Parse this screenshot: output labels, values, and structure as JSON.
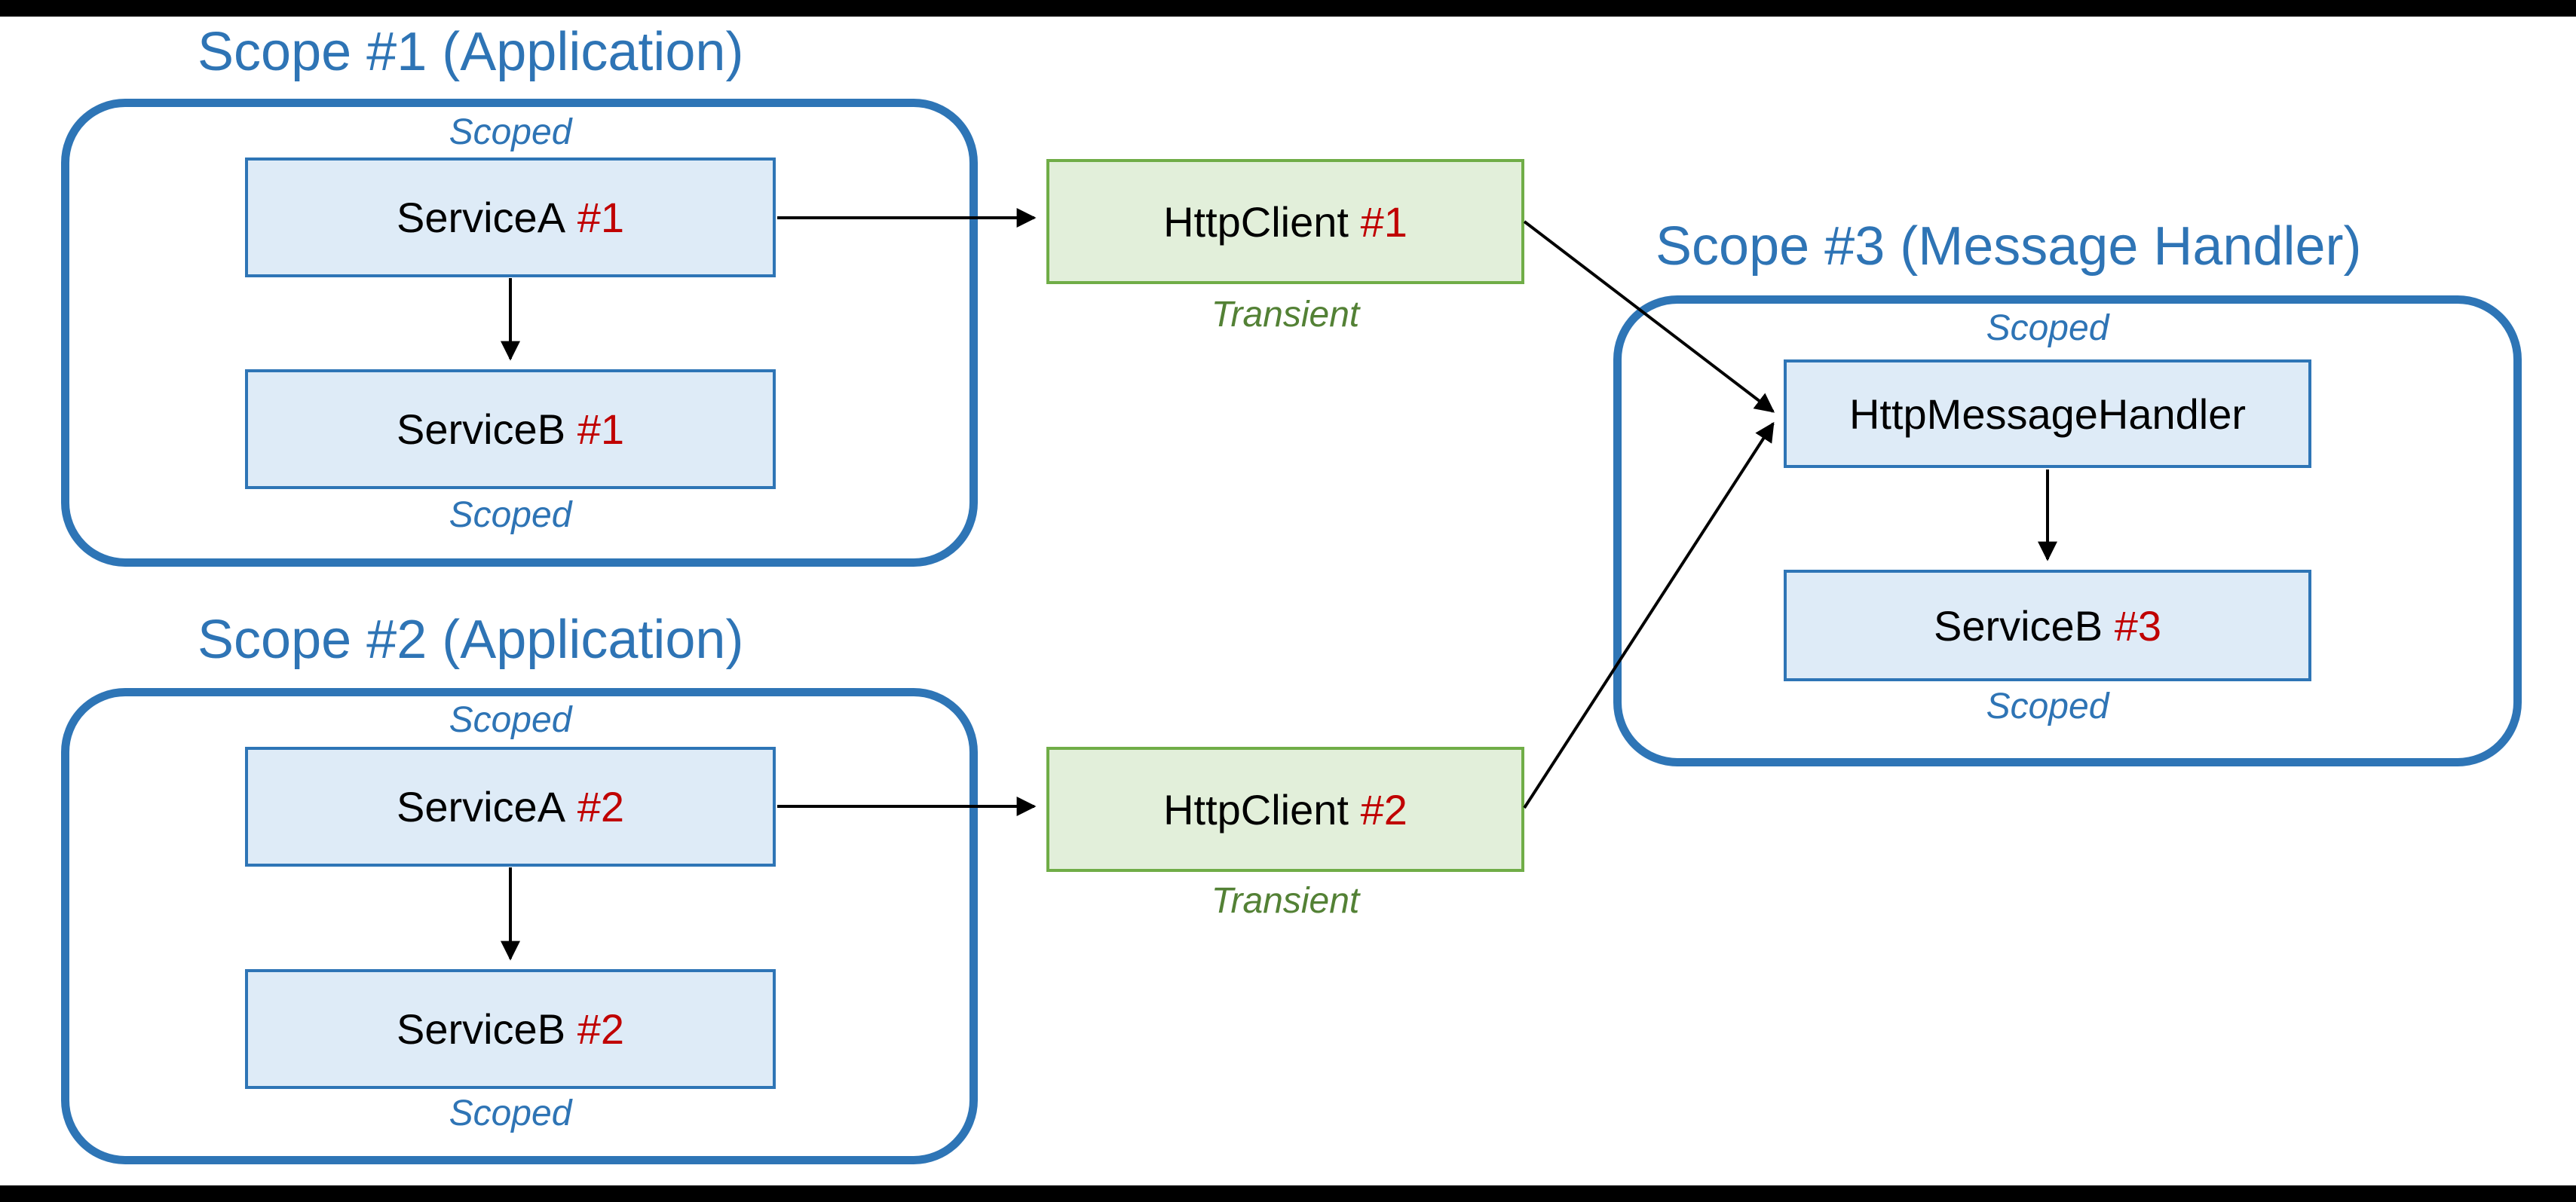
{
  "colors": {
    "scope_border_blue": "#2E75B6",
    "blue_text": "#2E74B5",
    "node_fill": "#DEEBF7",
    "node_border": "#2E75B6",
    "client_fill": "#E2EFDA",
    "client_border": "#70AD47",
    "green_text": "#538135",
    "instance_red": "#C00000",
    "arrow_black": "#000000",
    "background": "#FFFFFF",
    "bars": "#000000"
  },
  "scopes": [
    {
      "title": "Scope #1 (Application)",
      "scoped_top": "Scoped",
      "scoped_bottom": "Scoped",
      "nodes": [
        {
          "label": "ServiceA",
          "instance": "#1"
        },
        {
          "label": "ServiceB",
          "instance": "#1"
        }
      ]
    },
    {
      "title": "Scope #2 (Application)",
      "scoped_top": "Scoped",
      "scoped_bottom": "Scoped",
      "nodes": [
        {
          "label": "ServiceA",
          "instance": "#2"
        },
        {
          "label": "ServiceB",
          "instance": "#2"
        }
      ]
    }
  ],
  "clients": [
    {
      "label": "HttpClient",
      "instance": "#1",
      "lifetime": "Transient"
    },
    {
      "label": "HttpClient",
      "instance": "#2",
      "lifetime": "Transient"
    }
  ],
  "scope3": {
    "title": "Scope #3 (Message Handler)",
    "scoped_top": "Scoped",
    "scoped_bottom": "Scoped",
    "handler": {
      "label": "HttpMessageHandler"
    },
    "serviceb": {
      "label": "ServiceB",
      "instance": "#3"
    }
  },
  "edges": [
    {
      "from": "ServiceA #1",
      "to": "HttpClient #1"
    },
    {
      "from": "ServiceA #1",
      "to": "ServiceB #1"
    },
    {
      "from": "HttpClient #1",
      "to": "HttpMessageHandler"
    },
    {
      "from": "ServiceA #2",
      "to": "HttpClient #2"
    },
    {
      "from": "ServiceA #2",
      "to": "ServiceB #2"
    },
    {
      "from": "HttpClient #2",
      "to": "HttpMessageHandler"
    },
    {
      "from": "HttpMessageHandler",
      "to": "ServiceB #3"
    }
  ]
}
